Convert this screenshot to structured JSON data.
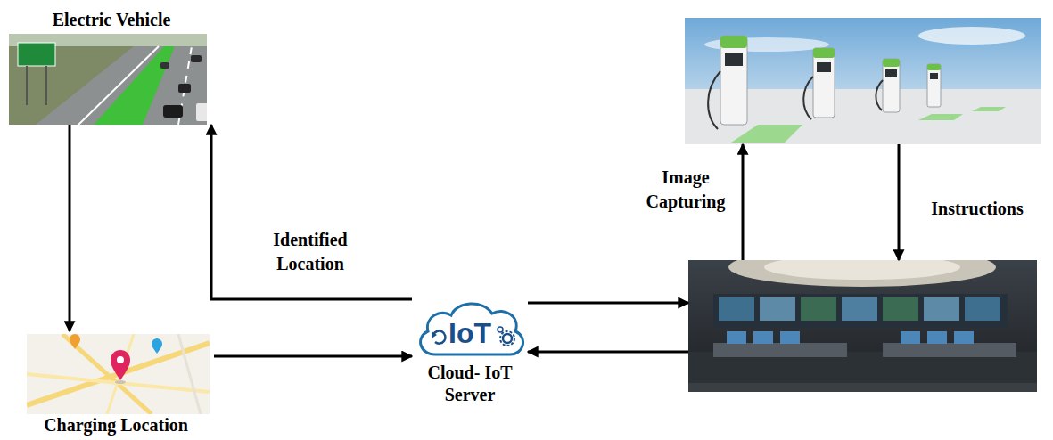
{
  "diagram": {
    "nodes": [
      {
        "text": [
          "Electric Vehicle"
        ]
      },
      {
        "text": [
          "Charging Location"
        ]
      },
      {
        "text": [
          "IoT",
          "Cloud- IoT Server"
        ]
      },
      {
        "text": []
      },
      {
        "text": []
      }
    ],
    "edges": [
      {
        "from": 0,
        "to": 1,
        "arrow": "to"
      },
      {
        "from": 1,
        "to": 2,
        "arrow": "to"
      },
      {
        "from": 2,
        "to": 0,
        "label": "Identified Location",
        "arrow": "to"
      },
      {
        "from": 2,
        "to": 4,
        "arrow": "to"
      },
      {
        "from": 4,
        "to": 2,
        "arrow": "to"
      },
      {
        "from": 4,
        "to": 3,
        "label": "Image Capturing",
        "arrow": "to"
      },
      {
        "from": 3,
        "to": 4,
        "label": "Instructions",
        "arrow": "to"
      }
    ]
  }
}
